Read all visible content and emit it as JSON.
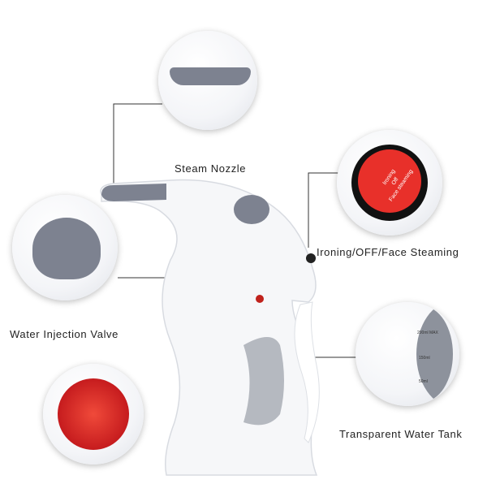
{
  "labels": {
    "steam_nozzle": "Steam Nozzle",
    "switch": "Ironing/OFF/Face Steaming",
    "valve": "Water Injection Valve",
    "tank": "Transparent Water Tank"
  },
  "switch_button_text": [
    "Ironing",
    "Off",
    "Face steaming"
  ],
  "tank_markings": [
    "200ml MAX",
    "150ml",
    "50ml"
  ],
  "colors": {
    "accent_red": "#e8302a",
    "gray": "#7d8290",
    "line": "#333333"
  }
}
